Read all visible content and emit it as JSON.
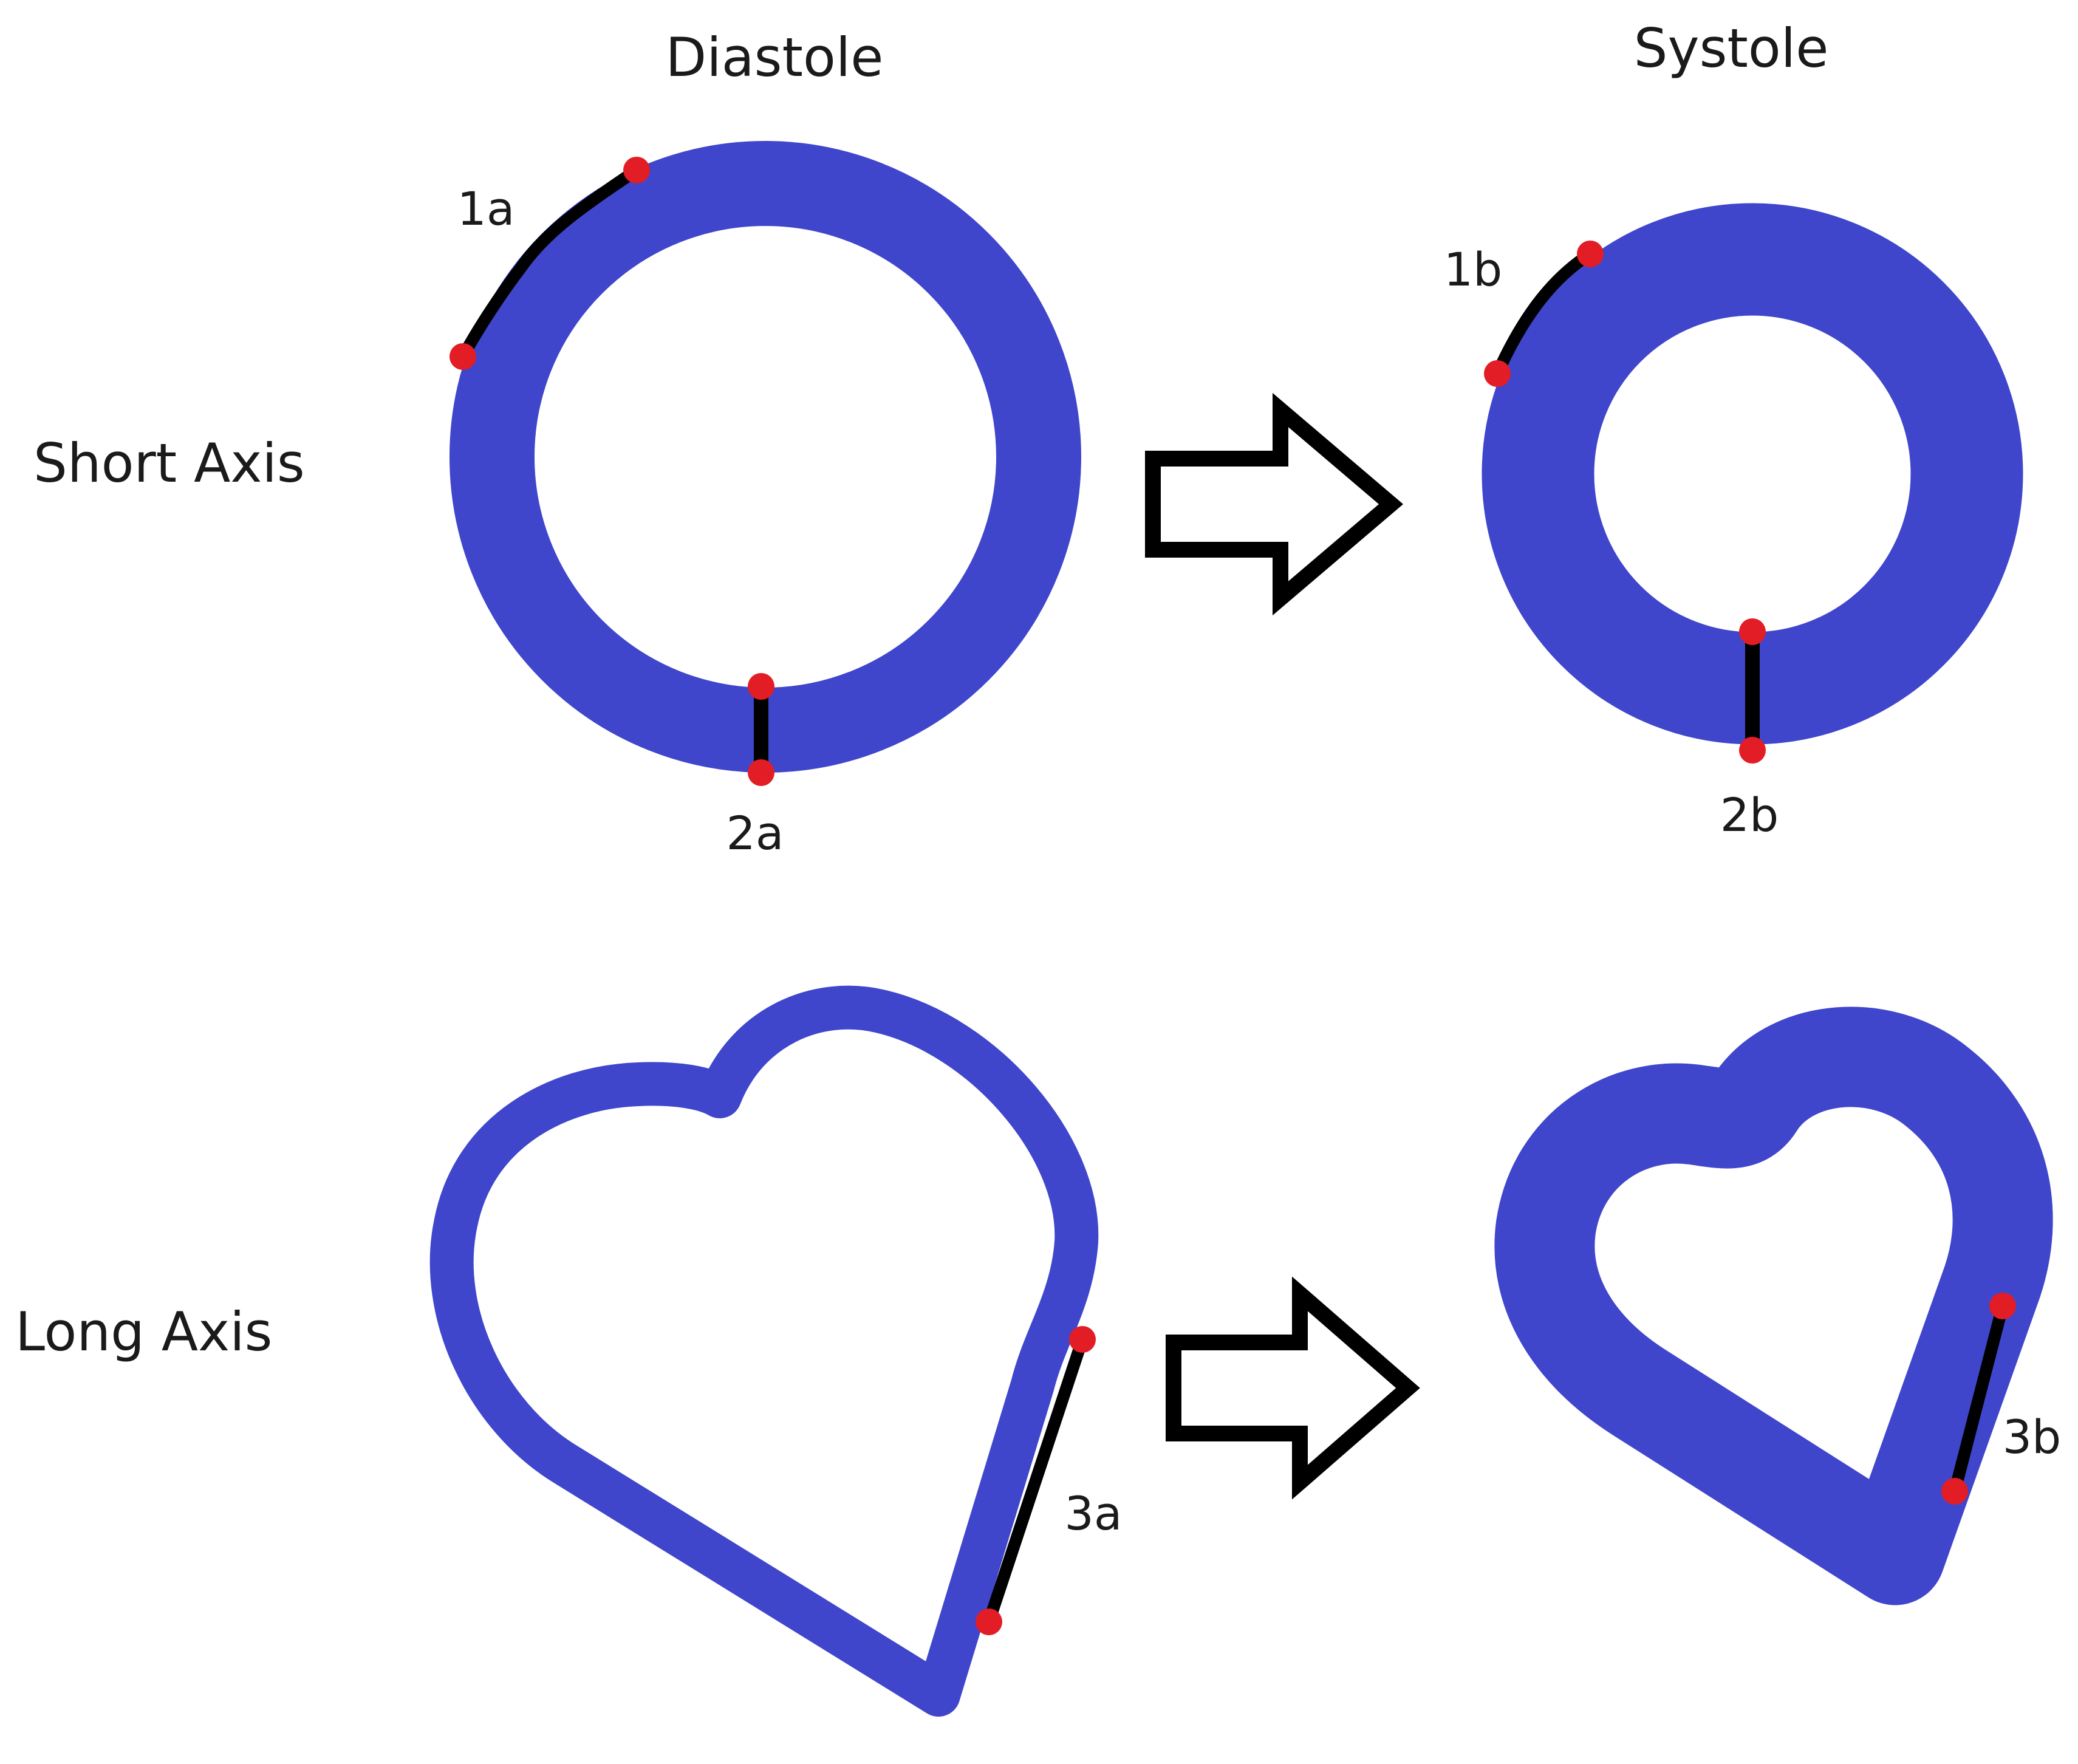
{
  "columns": {
    "left": "Diastole",
    "right": "Systole"
  },
  "rows": {
    "top": "Short Axis",
    "bottom": "Long Axis"
  },
  "markers": {
    "m1a": "1a",
    "m1b": "1b",
    "m2a": "2a",
    "m2b": "2b",
    "m3a": "3a",
    "m3b": "3b"
  },
  "colors": {
    "wall": "#3f46cc",
    "marker_dot": "#e21d25",
    "segment": "#000000",
    "arrow_outline": "#000000"
  },
  "icons": {
    "transition": "right-arrow-outline-icon"
  }
}
